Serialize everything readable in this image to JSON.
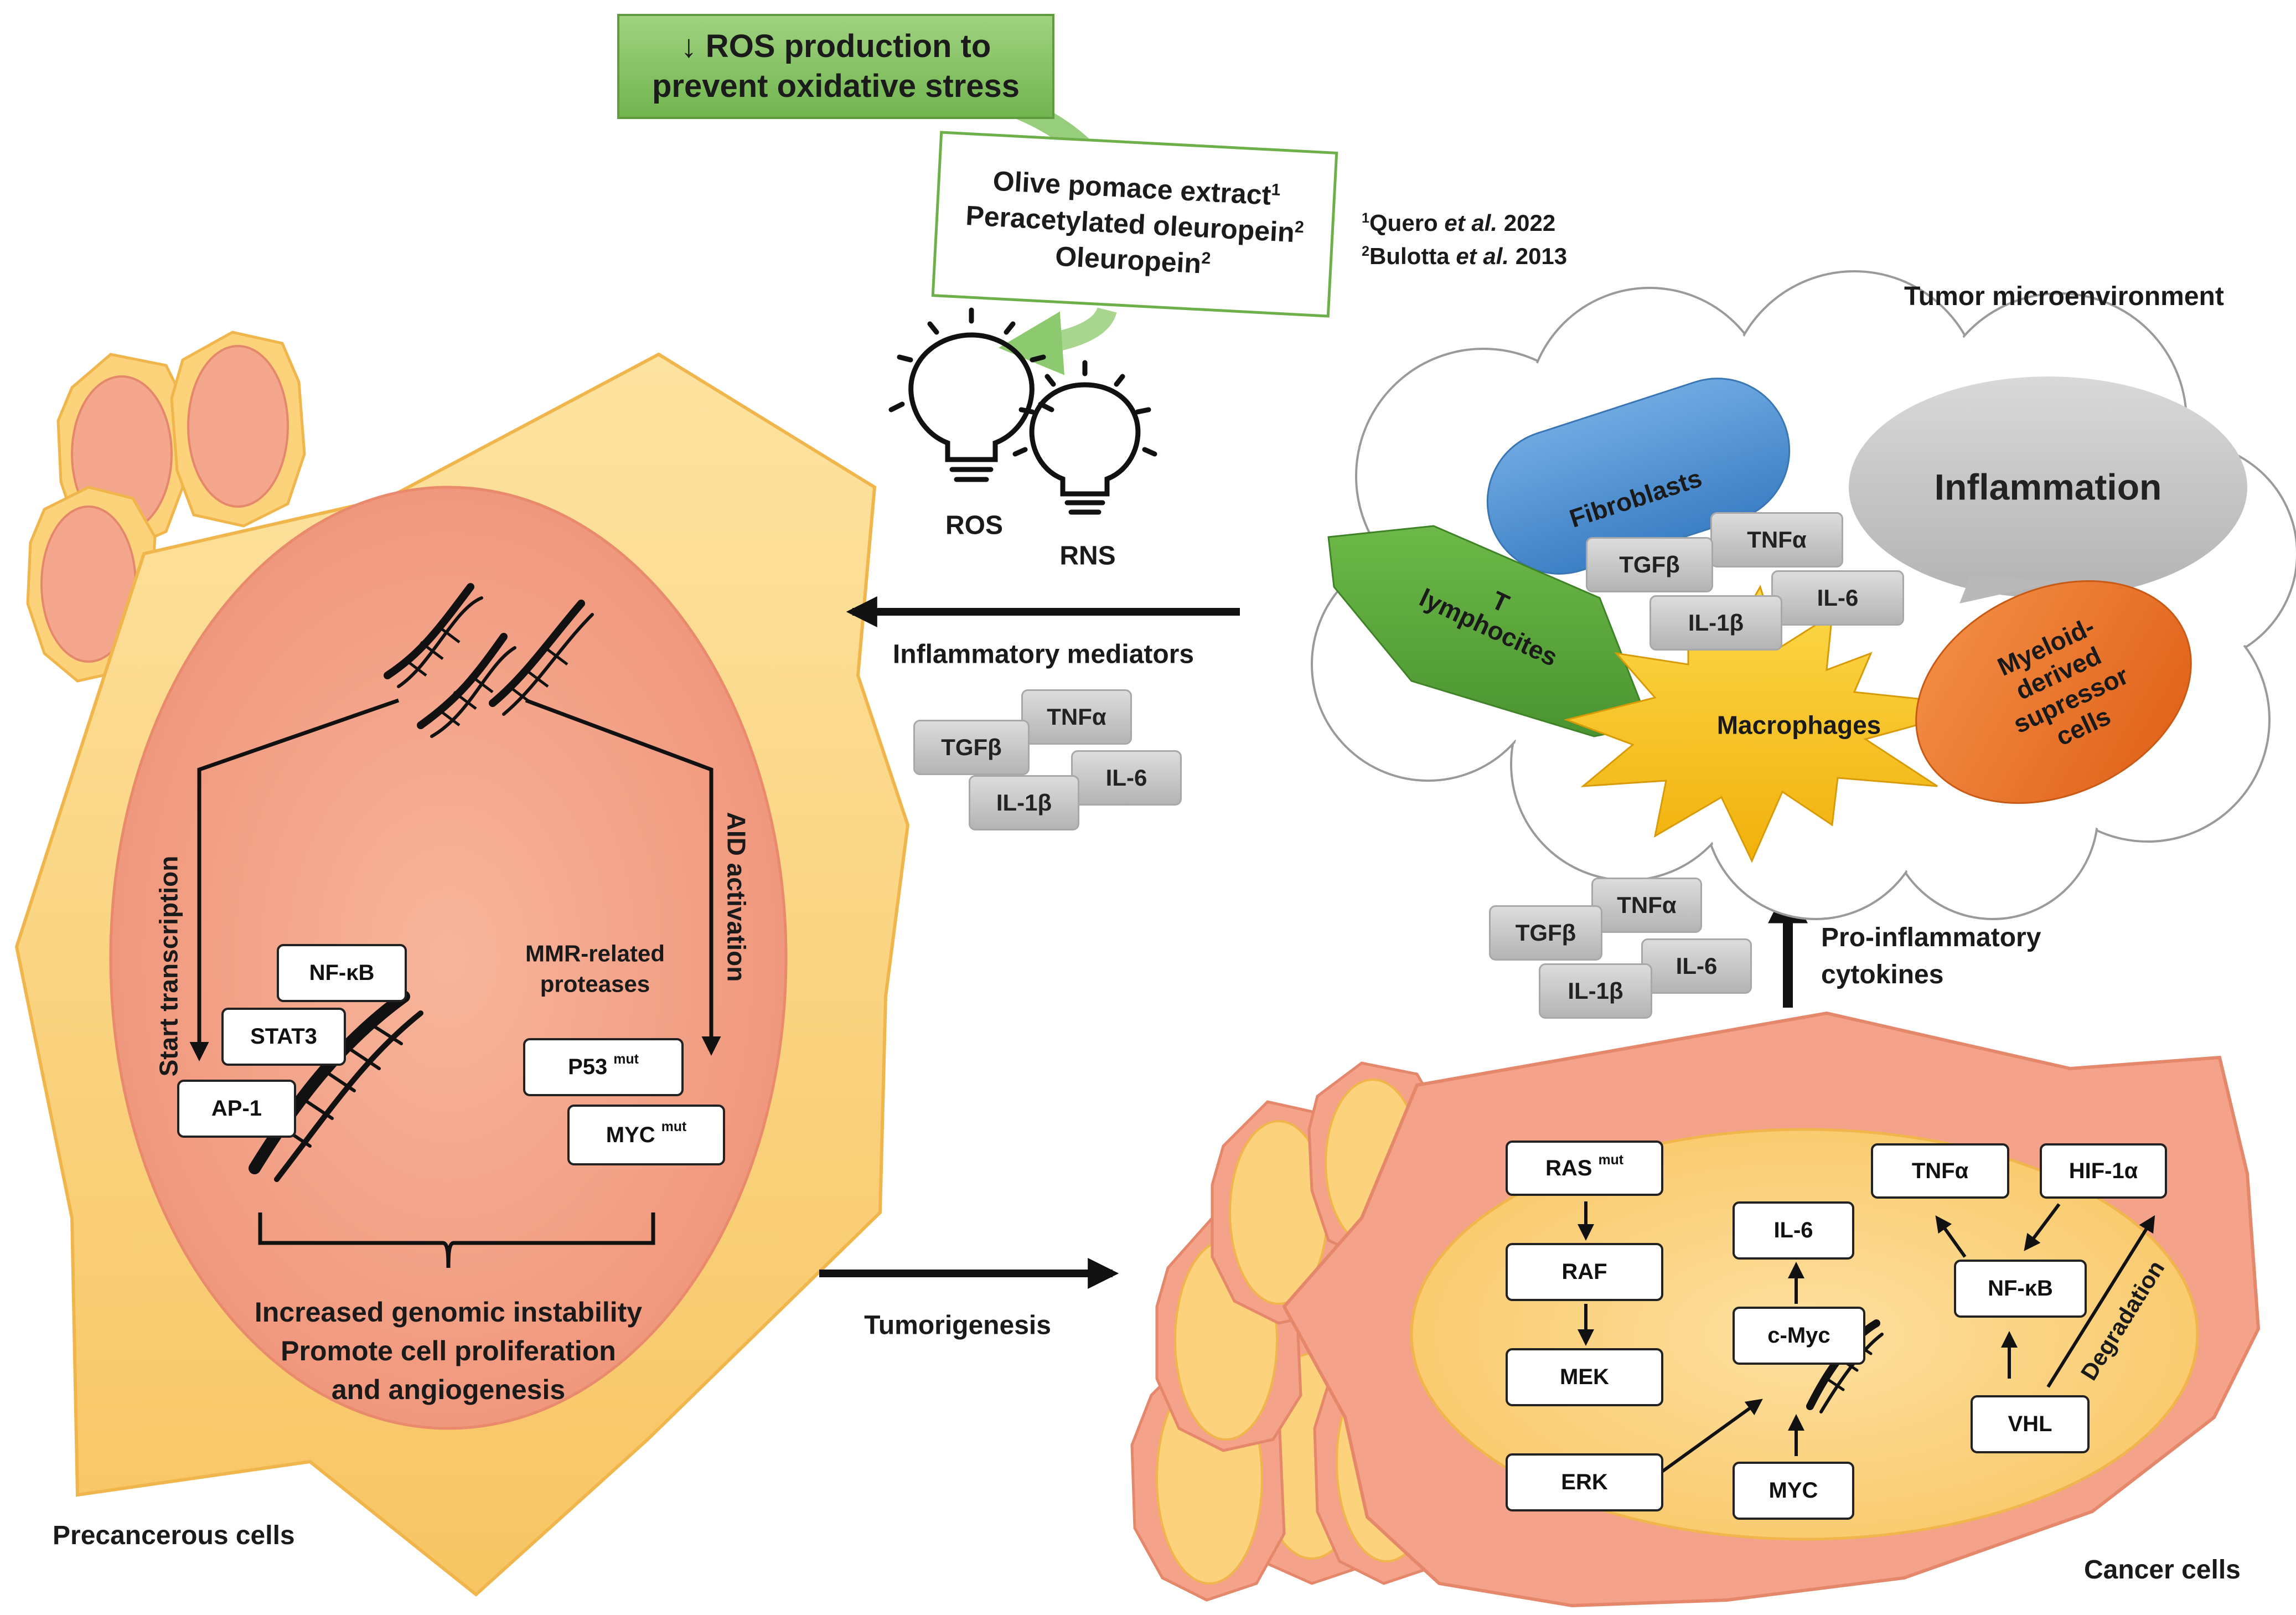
{
  "header": {
    "ros_line1": "↓ ROS production to",
    "ros_line2": "prevent oxidative stress"
  },
  "compounds": {
    "line1": "Olive pomace extract",
    "line1_sup": "1",
    "line2": "Peracetylated oleuropein",
    "line2_sup": "2",
    "line3": "Oleuropein",
    "line3_sup": "2"
  },
  "references": {
    "ref1_num": "1",
    "ref1_author": "Quero ",
    "ref1_etal": "et al.",
    "ref1_year": " 2022",
    "ref2_num": "2",
    "ref2_author": "Bulotta ",
    "ref2_etal": "et al.",
    "ref2_year": " 2013"
  },
  "bulbs": {
    "ros": "ROS",
    "rns": "RNS"
  },
  "arrows": {
    "inflammatory_mediators": "Inflammatory mediators",
    "tumorigenesis": "Tumorigenesis",
    "pro_inflammatory_1": "Pro-inflammatory",
    "pro_inflammatory_2": "cytokines"
  },
  "cytokines": {
    "tgfb": "TGFβ",
    "tnfa": "TNFα",
    "il1b": "IL-1β",
    "il6": "IL-6"
  },
  "tumor_microenvironment": {
    "title": "Tumor microenvironment",
    "inflammation": "Inflammation",
    "fibroblasts": "Fibroblasts",
    "t_lymph_1": "T",
    "t_lymph_2": "lymphocites",
    "macrophages": "Macrophages",
    "mdsc_1": "Myeloid-",
    "mdsc_2": "derived",
    "mdsc_3": "supressor",
    "mdsc_4": "cells"
  },
  "precancerous": {
    "label": "Precancerous cells",
    "start_transcription": "Start transcription",
    "aid_activation": "AID activation",
    "mmr_1": "MMR-related",
    "mmr_2": "proteases",
    "nfkb": "NF-κB",
    "stat3": "STAT3",
    "ap1": "AP-1",
    "p53": "P53",
    "myc": "MYC",
    "mut": "mut",
    "outcome_1": "Increased genomic instability",
    "outcome_2": "Promote cell proliferation",
    "outcome_3": "and angiogenesis"
  },
  "cancer": {
    "label": "Cancer cells",
    "ras": "RAS",
    "mut": "mut",
    "raf": "RAF",
    "mek": "MEK",
    "erk": "ERK",
    "il6": "IL-6",
    "cmyc": "c-Myc",
    "myc": "MYC",
    "tnfa": "TNFα",
    "hif1a": "HIF-1α",
    "nfkb": "NF-κB",
    "vhl": "VHL",
    "degradation": "Degradation"
  },
  "colors": {
    "outer_cell": "#fbd27a",
    "nucleus_pink": "#f4a98a",
    "cancer_outer": "#f4a28a",
    "cancer_nucleus": "#fcd27c",
    "fibroblast_blue": "#4a8fd0",
    "tcell_green": "#58a83a",
    "macrophage_yellow": "#f6c21e",
    "mdsc_orange": "#ec7424",
    "green_box": "#84c563"
  }
}
